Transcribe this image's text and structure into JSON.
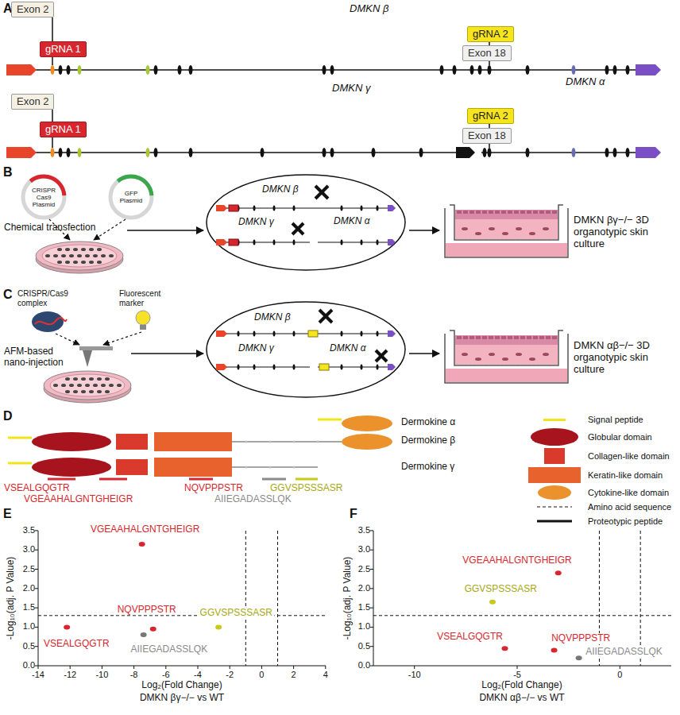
{
  "diagram": {
    "nodes": [
      {
        "text": [
          "Exon 2"
        ]
      },
      {
        "text": [
          "gRNA 1"
        ]
      },
      {
        "text": [
          "gRNA 2"
        ]
      },
      {
        "text": [
          "Exon 18"
        ]
      },
      {
        "text": [
          "Exon 2"
        ]
      },
      {
        "text": [
          "gRNA 1"
        ]
      },
      {
        "text": [
          "gRNA 2"
        ]
      },
      {
        "text": [
          "Exon 18"
        ]
      }
    ],
    "edges": [
      {
        "from": 0,
        "to": 1,
        "arrow": "none"
      },
      {
        "from": 2,
        "to": 3,
        "arrow": "none"
      },
      {
        "from": 4,
        "to": 5,
        "arrow": "none"
      },
      {
        "from": 6,
        "to": 7,
        "arrow": "none"
      }
    ],
    "labels": [
      "A",
      "DMKN β",
      "DMKN γ",
      "DMKN α",
      "B",
      "CRISPR Cas9 Plasmid",
      "GFP Plasmid",
      "Chemical transfection",
      "DMKN β",
      "DMKN γ",
      "DMKN α",
      "DMKN βγ−/− 3D organotypic skin culture",
      "C",
      "CRISPR/Cas9 complex",
      "Fluorescent marker",
      "AFM-based nano-injection",
      "DMKN β",
      "DMKN γ",
      "DMKN α",
      "DMKN αβ−/− 3D organotypic skin culture",
      "D",
      "Dermokine α",
      "Dermokine β",
      "Dermokine γ",
      "VSEALGQGTR",
      "VGEAAHALGNTGHEIGR",
      "NQVPPPSTR",
      "AIIEGADASSLQK",
      "GGVSPSSSASR",
      "E",
      "3.5",
      "3.0",
      "2.5",
      "2.0",
      "1.5",
      "1.0",
      "0.5",
      "0.0",
      "-14",
      "-12",
      "-10",
      "-8",
      "-6",
      "-4",
      "-2",
      "0",
      "2",
      "4",
      "-Log₁₀(adj. P Value)",
      "Log₂(Fold Change)",
      "DMKN βγ−/− vs WT",
      "VGEAAHALGNTGHEIGR",
      "NQVPPPSTR",
      "VSEALGQGTR",
      "AIIEGADASSLQK",
      "GGVSPSSSASR",
      "F",
      "3.5",
      "3.0",
      "2.5",
      "2.0",
      "1.5",
      "1.0",
      "0.5",
      "0.0",
      "-10",
      "-5",
      "0",
      "-Log₁₀(adj. P Value)",
      "Log₂(Fold Change)",
      "DMKN αβ−/− vs WT",
      "VGEAAHALGNTGHEIGR",
      "GGVSPSSSASR",
      "VSEALGQGTR",
      "NQVPPPSTR",
      "AIIEGADASSLQK"
    ],
    "legend": [
      {
        "text": "Signal peptide",
        "color": "#f2e41c"
      },
      {
        "text": "Globular domain",
        "color": "#a8141d"
      },
      {
        "text": "Collagen-like domain",
        "color": "#da3a2c"
      },
      {
        "text": "Keratin-like domain",
        "color": "#e8622e"
      },
      {
        "text": "Cytokine-like domain",
        "color": "#ec922c"
      },
      {
        "text": "Amino acid sequence"
      },
      {
        "text": "Proteotypic peptide"
      }
    ]
  }
}
